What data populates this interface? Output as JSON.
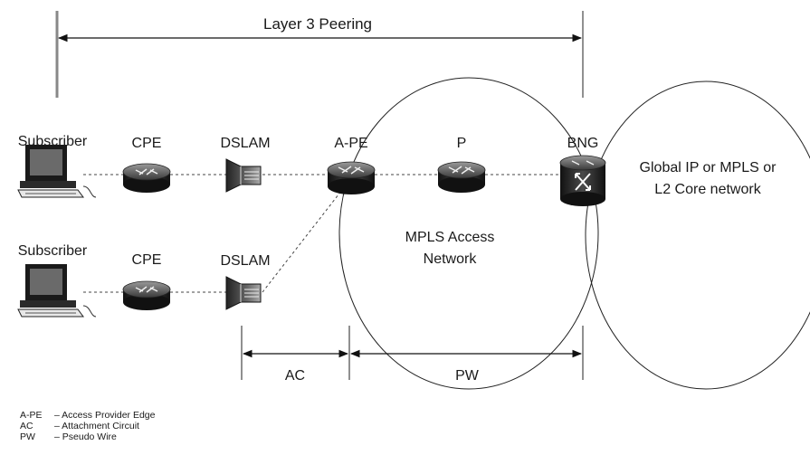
{
  "title_labels": {
    "layer3": "Layer 3 Peering",
    "ac": "AC",
    "pw": "PW"
  },
  "nodes": {
    "subscriber_top": "Subscriber",
    "subscriber_bottom": "Subscriber",
    "cpe_top": "CPE",
    "cpe_bottom": "CPE",
    "dslam_top": "DSLAM",
    "dslam_bottom": "DSLAM",
    "ape": "A-PE",
    "p": "P",
    "bng": "BNG"
  },
  "clouds": {
    "access_line1": "MPLS Access",
    "access_line2": "Network",
    "core_line1": "Global IP or MPLS or",
    "core_line2": "L2 Core network"
  },
  "legend": [
    {
      "abbr": "A-PE",
      "desc": "– Access Provider Edge"
    },
    {
      "abbr": "AC",
      "desc": "– Attachment Circuit"
    },
    {
      "abbr": "PW",
      "desc": "– Pseudo Wire"
    }
  ]
}
